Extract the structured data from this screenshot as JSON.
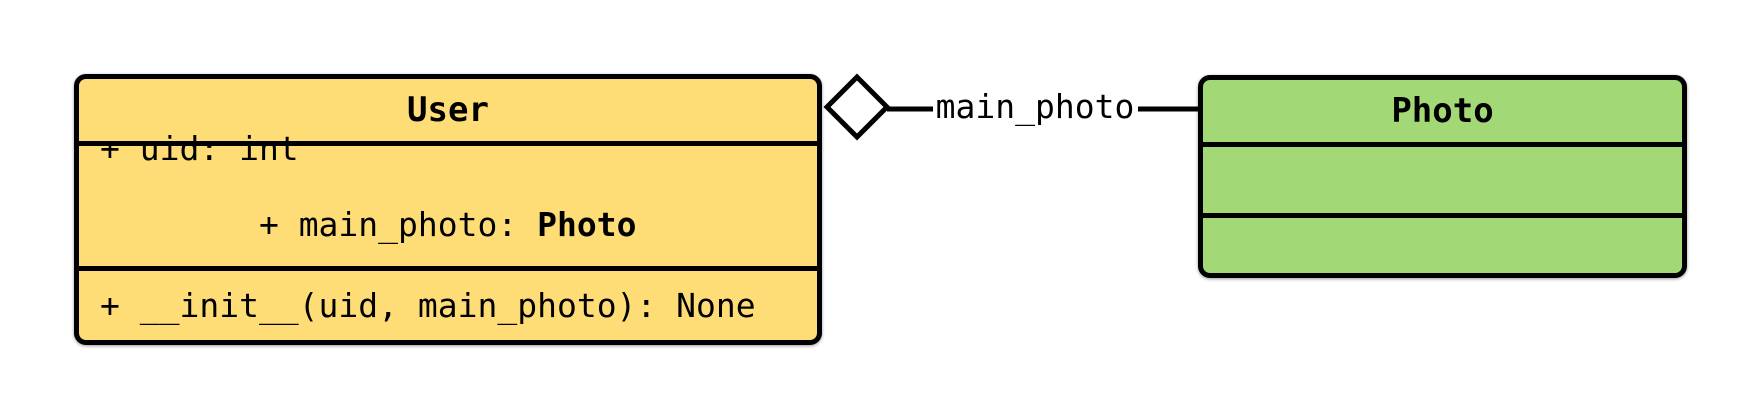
{
  "diagram": {
    "background_color": "#ffffff",
    "line_color": "#000000",
    "classes": [
      {
        "name": "User",
        "fill": "#ffdd76",
        "attributes": [
          {
            "text": "+ uid: int"
          },
          {
            "prefix": "+ main_photo: ",
            "type": "Photo"
          }
        ],
        "methods": [
          {
            "text": "+ __init__(uid, main_photo): None"
          }
        ]
      },
      {
        "name": "Photo",
        "fill": "#a2d875",
        "attributes": [],
        "methods": []
      }
    ],
    "relationship": {
      "label": "main_photo",
      "type": "aggregation",
      "diamond_at": "User",
      "diamond_fill": "#ffffff"
    }
  }
}
